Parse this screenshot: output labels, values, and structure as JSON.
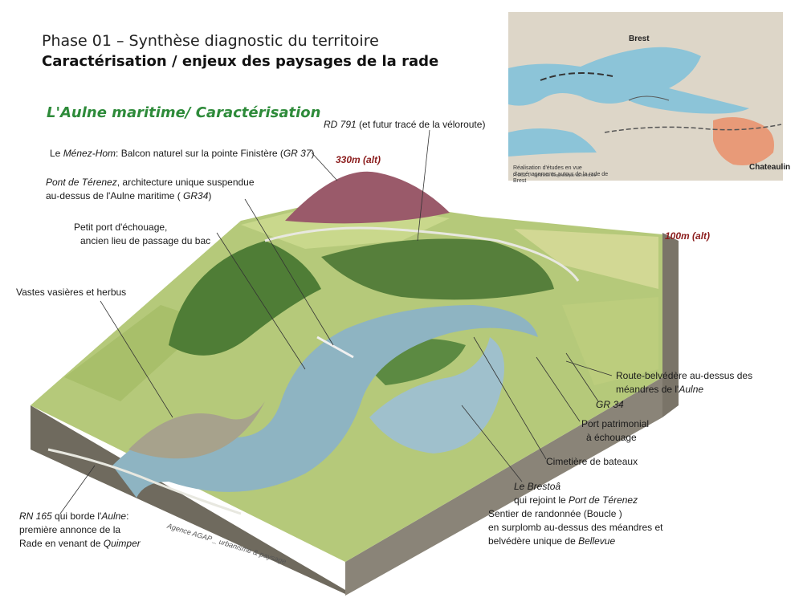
{
  "header": {
    "title_line1": "Phase 01 – Synthèse diagnostic du territoire",
    "title_line2": "Caractérisation / enjeux des paysages de la rade"
  },
  "section_title": "L'Aulne maritime/ Caractérisation",
  "altitudes": {
    "summit": "330m (alt)",
    "plateau": "100m (alt)"
  },
  "labels": {
    "rd791": {
      "italic": "RD 791",
      "rest": " (et futur tracé de la véloroute)"
    },
    "menez": {
      "pre": "Le ",
      "italic": "Ménez-Hom",
      "mid": ": Balcon naturel sur la pointe Finistère (",
      "italic2": "GR 37",
      "post": ")"
    },
    "terenez_bridge": {
      "italic": "Pont de Térenez",
      "rest": ", architecture unique suspendue",
      "line2_pre": "au-dessus de l'Aulne maritime ( ",
      "line2_italic": "GR34",
      "line2_post": ")"
    },
    "petit_port": {
      "line1": "Petit port d'échouage,",
      "line2": "ancien lieu de passage du bac"
    },
    "vasieres": "Vastes vasières et herbus",
    "route_belvedere": {
      "line1": "Route-belvédère au-dessus des",
      "line2_pre": "méandres de l'",
      "line2_italic": "Aulne"
    },
    "gr34": "GR 34",
    "port_patrimonial": {
      "line1": "Port patrimonial",
      "line2": "à échouage"
    },
    "cimetiere": "Cimetière de bateaux",
    "brestoa": {
      "line1_italic": "Le Brestoâ",
      "line2_pre": "qui rejoint le ",
      "line2_italic": "Port de Térenez",
      "line3": "Sentier de randonnée (Boucle )",
      "line4": "en surplomb au-dessus des méandres et",
      "line5_pre": "belvédère unique de ",
      "line5_italic": "Bellevue"
    },
    "rn165": {
      "line1_italic": "RN 165",
      "line1_mid": " qui borde l'",
      "line1_italic2": "Aulne",
      "line1_post": ":",
      "line2": "première annonce de la",
      "line3_pre": "Rade en venant de ",
      "line3_italic": "Quimper"
    }
  },
  "credit": "Agence AGAP _ urbanisme & paysage",
  "map": {
    "city_brest": "Brest",
    "city_chateaulin": "Chateaulin",
    "caption": "Réalisation d'études en vue d'aménagements autour de la rade de Brest",
    "caption_sub": "PHASE 1 : Synthèse Diagnostique du territoire",
    "colors": {
      "land": "#ddd6c8",
      "sea": "#8cc4d8",
      "highlight": "#e89a78"
    }
  },
  "colors": {
    "section_green": "#2e8b3a",
    "altitude_red": "#8b1c1c"
  }
}
